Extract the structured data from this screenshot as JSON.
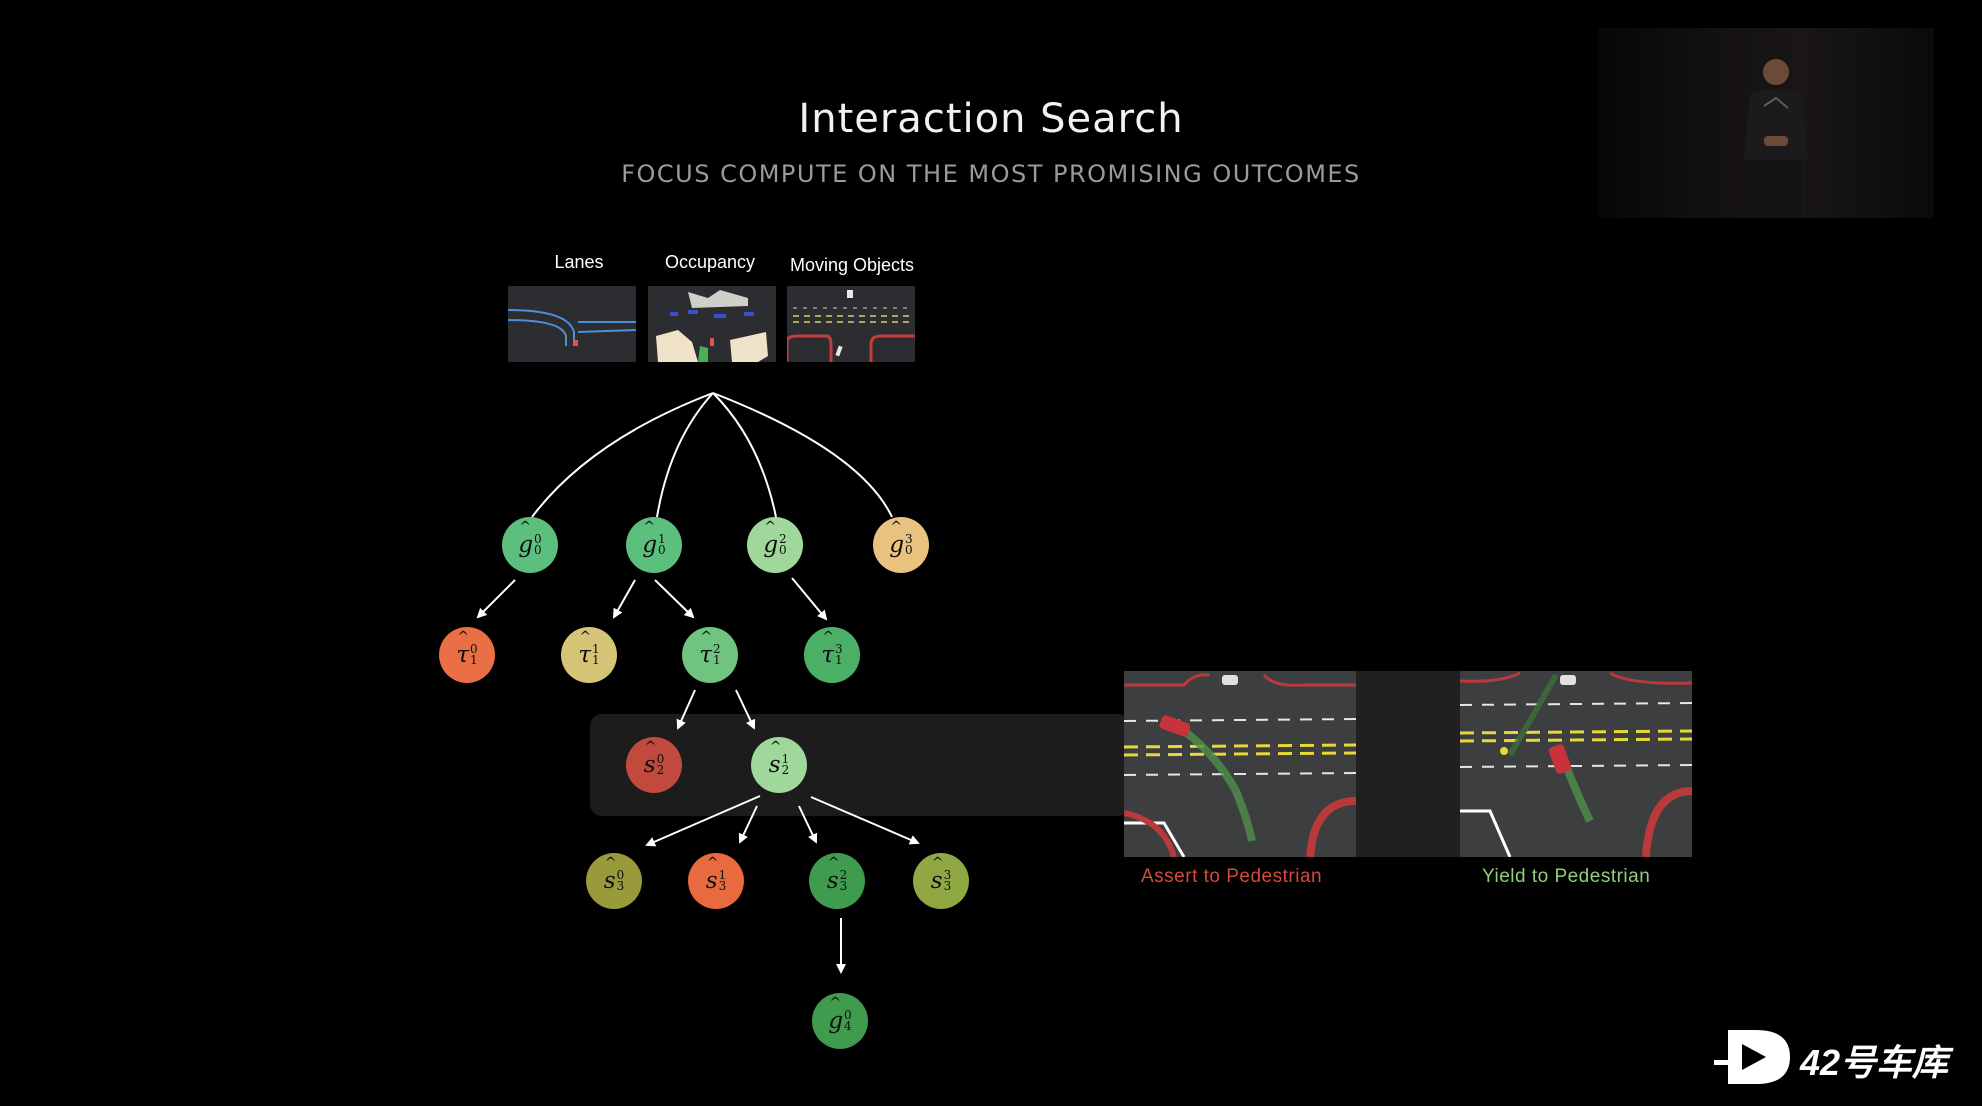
{
  "slide": {
    "title": "Interaction Search",
    "subtitle": "FOCUS COMPUTE ON THE MOST PROMISING OUTCOMES"
  },
  "inputs": [
    {
      "label": "Lanes",
      "icon": "lanes-thumbnail"
    },
    {
      "label": "Occupancy",
      "icon": "occupancy-thumbnail"
    },
    {
      "label": "Moving Objects",
      "icon": "moving-objects-thumbnail"
    }
  ],
  "tree": {
    "nodes": [
      {
        "id": "g0_0",
        "symbol": "g",
        "sup": "0",
        "sub": "0",
        "color": "#5dbf7d"
      },
      {
        "id": "g0_1",
        "symbol": "g",
        "sup": "1",
        "sub": "0",
        "color": "#5dbf7d"
      },
      {
        "id": "g0_2",
        "symbol": "g",
        "sup": "2",
        "sub": "0",
        "color": "#9fd89a"
      },
      {
        "id": "g0_3",
        "symbol": "g",
        "sup": "3",
        "sub": "0",
        "color": "#e8c27e"
      },
      {
        "id": "t1_0",
        "symbol": "τ",
        "sup": "0",
        "sub": "1",
        "color": "#ea6f45"
      },
      {
        "id": "t1_1",
        "symbol": "τ",
        "sup": "1",
        "sub": "1",
        "color": "#d6c477"
      },
      {
        "id": "t1_2",
        "symbol": "τ",
        "sup": "2",
        "sub": "1",
        "color": "#6fc480"
      },
      {
        "id": "t1_3",
        "symbol": "τ",
        "sup": "3",
        "sub": "1",
        "color": "#4caf66"
      },
      {
        "id": "s2_0",
        "symbol": "s",
        "sup": "0",
        "sub": "2",
        "color": "#c24a3c"
      },
      {
        "id": "s2_1",
        "symbol": "s",
        "sup": "1",
        "sub": "2",
        "color": "#9fd89a"
      },
      {
        "id": "s3_0",
        "symbol": "s",
        "sup": "0",
        "sub": "3",
        "color": "#999a3c"
      },
      {
        "id": "s3_1",
        "symbol": "s",
        "sup": "1",
        "sub": "3",
        "color": "#ea6a40"
      },
      {
        "id": "s3_2",
        "symbol": "s",
        "sup": "2",
        "sub": "3",
        "color": "#3f9c4f"
      },
      {
        "id": "s3_3",
        "symbol": "s",
        "sup": "3",
        "sub": "3",
        "color": "#8fa844"
      },
      {
        "id": "g4_0",
        "symbol": "g",
        "sup": "0",
        "sub": "4",
        "color": "#3f9c4f"
      }
    ]
  },
  "outcomes": [
    {
      "caption": "Assert to Pedestrian",
      "caption_color": "#d64a3c"
    },
    {
      "caption": "Yield to Pedestrian",
      "caption_color": "#8fcf7a"
    }
  ],
  "watermark": {
    "text": "42号车库"
  }
}
